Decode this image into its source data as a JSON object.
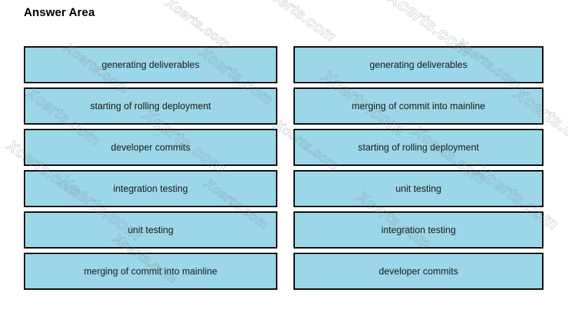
{
  "page": {
    "title": "Answer Area",
    "background_color": "#ffffff"
  },
  "style": {
    "box_fill_color": "#9BD7E8",
    "box_border_color": "#000000",
    "text_color": "#1a1a1a",
    "watermark_color": "#788086"
  },
  "watermark": {
    "text": "Xcerts.com",
    "repetitions": 14
  },
  "columns": [
    {
      "name": "source-column",
      "items": [
        {
          "label": "generating deliverables"
        },
        {
          "label": "starting of rolling deployment"
        },
        {
          "label": "developer commits"
        },
        {
          "label": "integration testing"
        },
        {
          "label": "unit testing"
        },
        {
          "label": "merging of commit into mainline"
        }
      ]
    },
    {
      "name": "answer-column",
      "items": [
        {
          "label": "generating deliverables"
        },
        {
          "label": "merging of commit into mainline"
        },
        {
          "label": "starting of rolling deployment"
        },
        {
          "label": "unit testing"
        },
        {
          "label": "integration testing"
        },
        {
          "label": "developer commits"
        }
      ]
    }
  ]
}
